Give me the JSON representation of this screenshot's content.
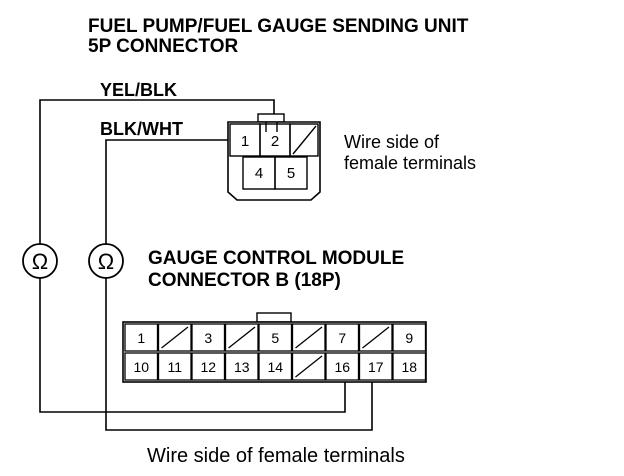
{
  "header": {
    "line1": "FUEL PUMP/FUEL GAUGE SENDING UNIT",
    "line2": "5P CONNECTOR"
  },
  "wires": {
    "yel_blk": "YEL/BLK",
    "blk_wht": "BLK/WHT"
  },
  "connector_5p": {
    "terminals": [
      "1",
      "2",
      "4",
      "5"
    ],
    "note_line1": "Wire side of",
    "note_line2": "female terminals"
  },
  "gauge_module": {
    "title_line1": "GAUGE CONTROL MODULE",
    "title_line2": "CONNECTOR B (18P)",
    "top_row": [
      "1",
      "",
      "3",
      "",
      "5",
      "",
      "7",
      "",
      "9"
    ],
    "bottom_row": [
      "10",
      "11",
      "12",
      "13",
      "14",
      "",
      "16",
      "17",
      "18"
    ]
  },
  "meters": {
    "symbol": "Ω"
  },
  "footer": {
    "note": "Wire side of female terminals"
  }
}
